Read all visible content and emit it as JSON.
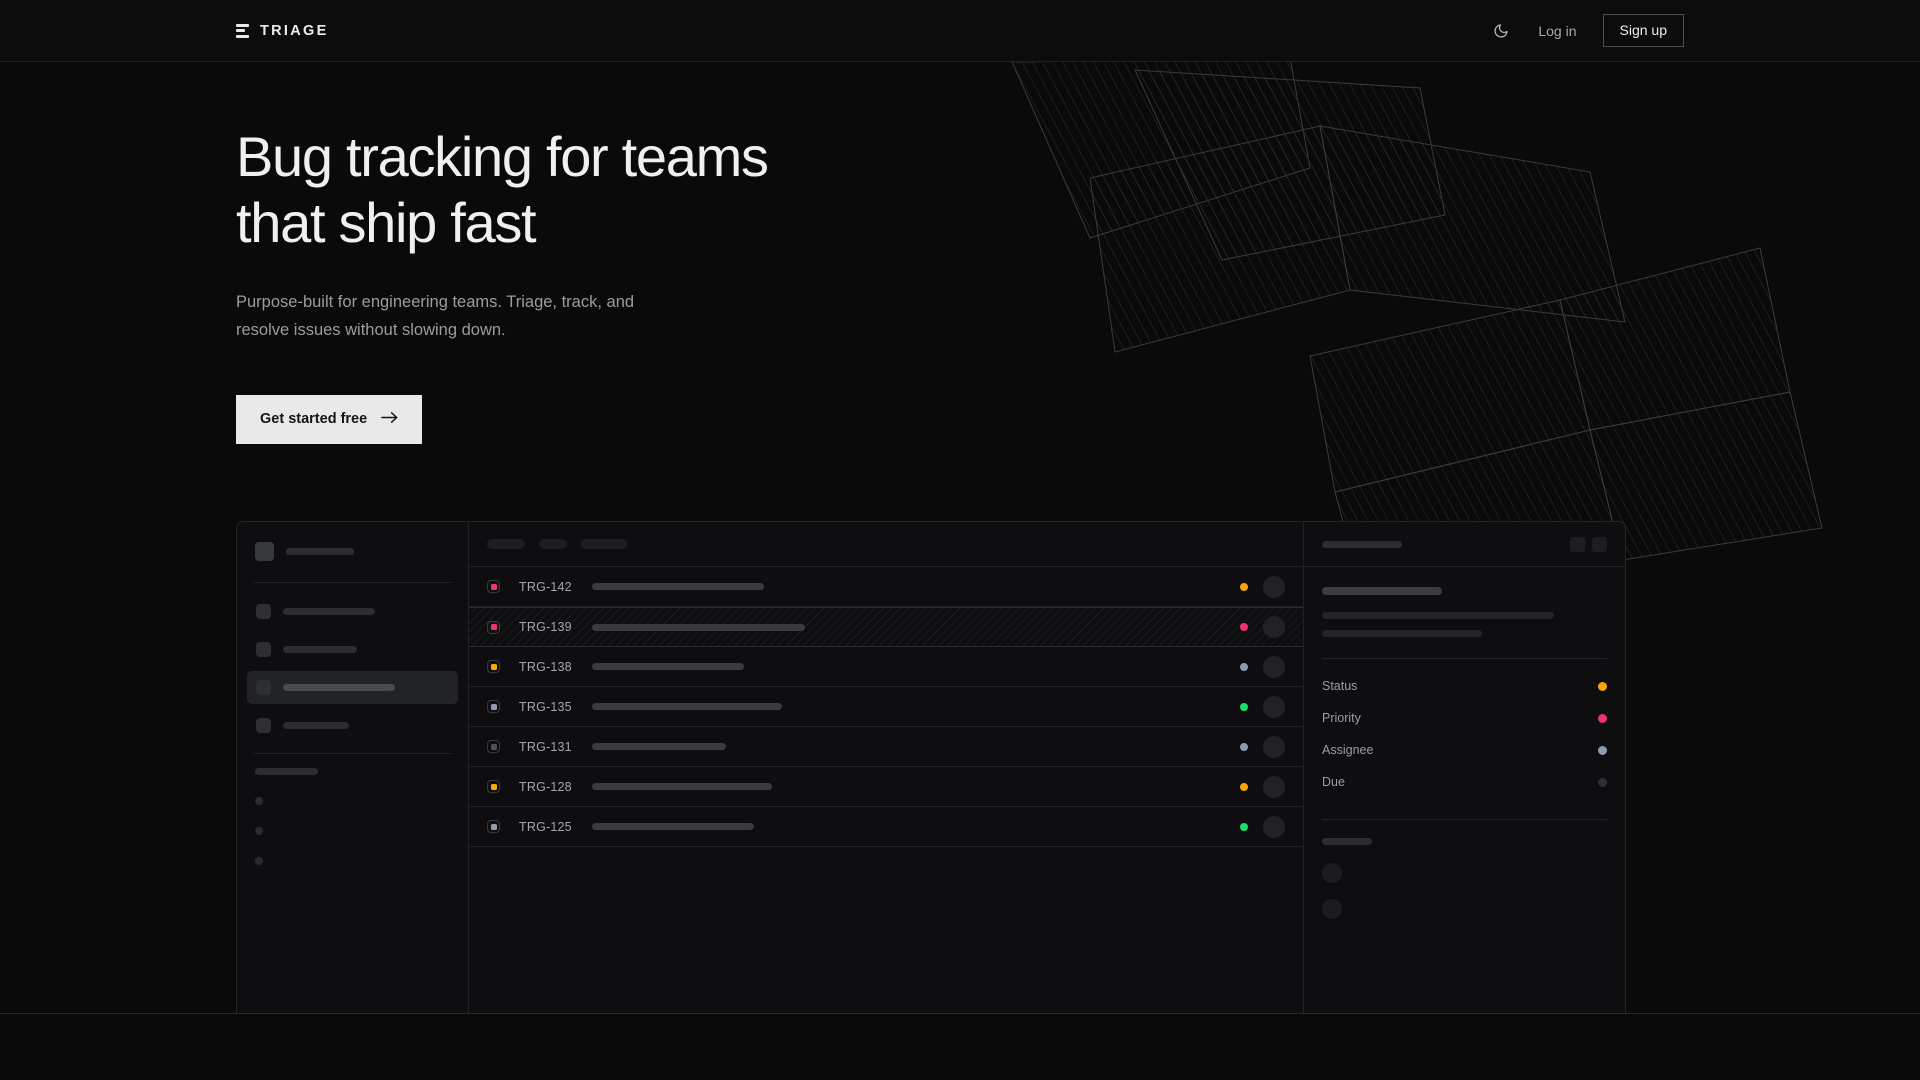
{
  "brand": {
    "name": "TRIAGE",
    "mark_icon": "stacked-bars-icon"
  },
  "nav": {
    "theme_toggle_icon": "moon-icon",
    "login_label": "Log in",
    "signup_label": "Sign up"
  },
  "hero": {
    "headline_line1": "Bug tracking for teams",
    "headline_line2": "that ship fast",
    "subhead_line1": "Purpose-built for engineering teams. Triage, track, and",
    "subhead_line2": "resolve issues without slowing down.",
    "cta_label": "Get started free",
    "cta_arrow_icon": "arrow-right-icon"
  },
  "colors": {
    "page_bg": "#0a0a0b",
    "nav_bg": "#0c0c0d",
    "card_bg": "#0e0e10",
    "border": "#232427",
    "text_primary": "#f0f0f1",
    "text_muted": "#9a9c9f",
    "cta_bg": "#e9e9ea",
    "accent_pink": "#f0336b",
    "accent_orange": "#f6a609",
    "accent_green": "#18e06a",
    "accent_slate": "#8e9aad",
    "accent_gray": "#50525a"
  },
  "app_preview": {
    "sidebar": {
      "logo_skeleton_width": 68,
      "nav_items": [
        {
          "name": "nav-item-1",
          "width": 92,
          "active": false
        },
        {
          "name": "nav-item-2",
          "width": 74,
          "active": false
        },
        {
          "name": "nav-item-3",
          "width": 112,
          "active": true
        },
        {
          "name": "nav-item-4",
          "width": 66,
          "active": false
        }
      ],
      "section_label_width": 63,
      "mini_items": 3
    },
    "toolbar_chips": [
      38,
      28,
      46
    ],
    "list": {
      "rows": [
        {
          "id": "TRG-142",
          "priority_color": "#f0336b",
          "title_width": 172,
          "status_color": "#f6a609",
          "selected": false
        },
        {
          "id": "TRG-139",
          "priority_color": "#f0336b",
          "title_width": 213,
          "status_color": "#f0336b",
          "selected": true
        },
        {
          "id": "TRG-138",
          "priority_color": "#f6a609",
          "title_width": 152,
          "status_color": "#8e9aad",
          "selected": false
        },
        {
          "id": "TRG-135",
          "priority_color": "#8e9aad",
          "title_width": 190,
          "status_color": "#18e06a",
          "selected": false
        },
        {
          "id": "TRG-131",
          "priority_color": "#50525a",
          "title_width": 134,
          "status_color": "#8e9aad",
          "selected": false
        },
        {
          "id": "TRG-128",
          "priority_color": "#f6a609",
          "title_width": 180,
          "status_color": "#f6a609",
          "selected": false
        },
        {
          "id": "TRG-125",
          "priority_color": "#8e9aad",
          "title_width": 162,
          "status_color": "#18e06a",
          "selected": false
        }
      ]
    },
    "detail": {
      "header_skeleton_width": 80,
      "title_skeleton_width": 120,
      "body_line_widths": [
        232,
        160
      ],
      "meta": [
        {
          "label": "Status",
          "color": "#f6a609"
        },
        {
          "label": "Priority",
          "color": "#f0336b"
        },
        {
          "label": "Assignee",
          "color": "#8e9aad"
        },
        {
          "label": "Due",
          "color": "#2f3034"
        }
      ],
      "activity_label_width": 50,
      "activity_avatars": 2
    }
  }
}
